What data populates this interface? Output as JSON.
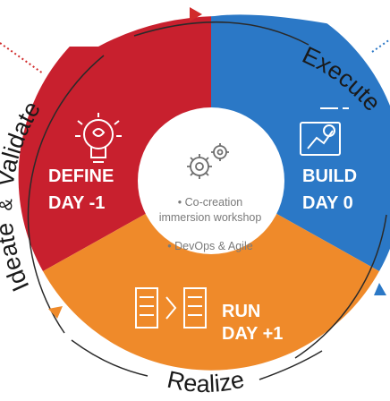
{
  "colors": {
    "define": "#c8202e",
    "build": "#2b78c6",
    "run": "#ef8a2a",
    "center": "#ffffff",
    "outline": "#2a2a2a",
    "arrow_red": "#d12b2b",
    "arrow_blue": "#2b78c6",
    "icon_gray": "#6e6e6e"
  },
  "segments": {
    "define": {
      "line1": "DEFINE",
      "line2": "DAY -1",
      "icon": "lightbulb-brain-icon"
    },
    "build": {
      "line1": "BUILD",
      "line2": "DAY 0",
      "icon": "chart-monitor-icon"
    },
    "run": {
      "line1": "RUN",
      "line2": "DAY +1",
      "icon": "server-chevron-icon"
    }
  },
  "center": {
    "icon": "gears-icon",
    "line1": "• Co-creation",
    "line2": "immersion workshop",
    "line3": "• DevOps & Agile"
  },
  "outer_labels": {
    "ideate": "Ideate",
    "amp": "&",
    "validate": "Validate",
    "execute": "Execute",
    "realize": "Realize"
  }
}
